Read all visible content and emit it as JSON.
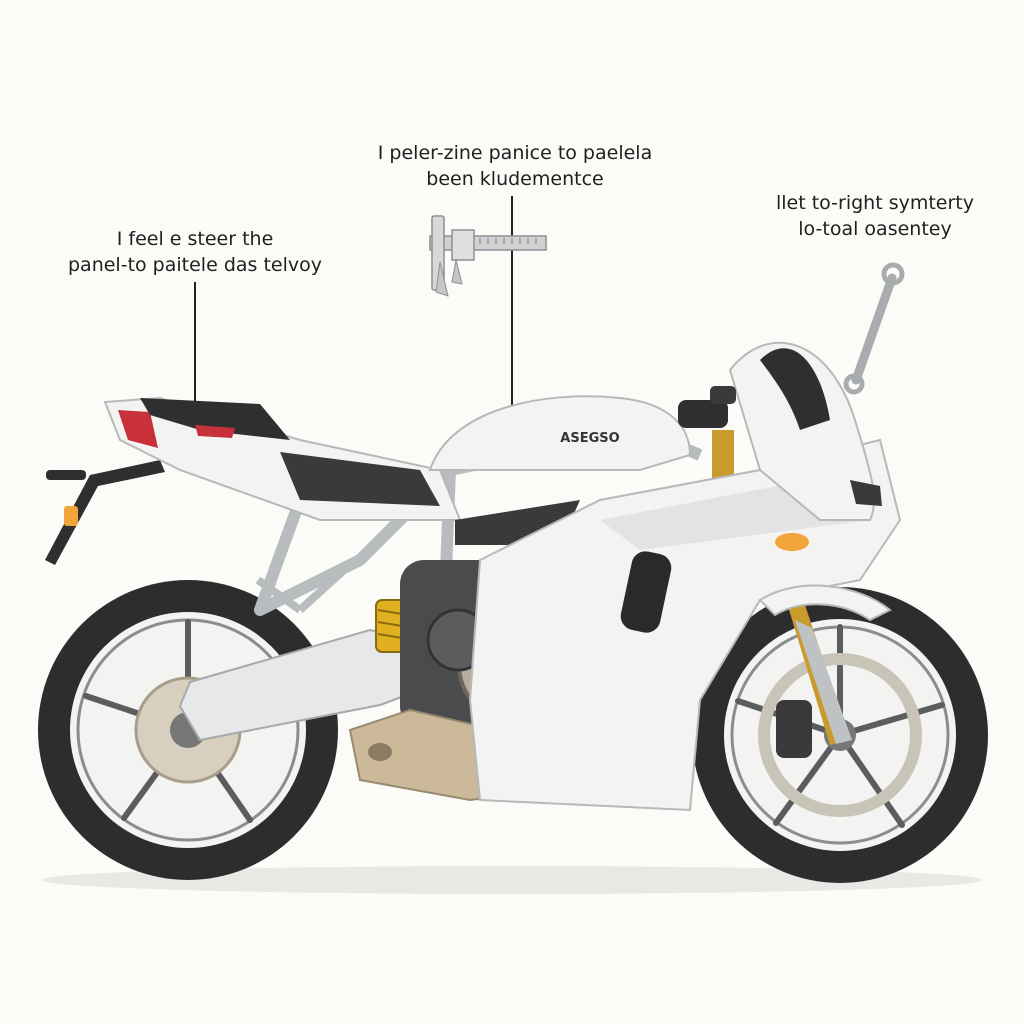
{
  "callouts": {
    "left": {
      "line1": "I feel e steer the",
      "line2": "panel-to paitele das telvoy"
    },
    "center": {
      "line1": "I peler-zine panice to paelela",
      "line2": "been kludementce"
    },
    "right": {
      "line1": "llet to-right symterty",
      "line2": "lo-toal oasentey"
    }
  },
  "badge_text": "ASEGSO",
  "colors": {
    "body_white": "#f3f3f1",
    "panel_shade": "#d9dadb",
    "seat": "#3a3a3c",
    "tire": "#2d2d2f",
    "gold_fork": "#c99a2c",
    "spring": "#e0b020",
    "exhaust": "#cbb99a",
    "frame": "#b9bcbf",
    "indicator": "#f0a43a",
    "taillight": "#c8303a"
  },
  "icons": [
    "caliper-icon",
    "wrench-icon"
  ]
}
